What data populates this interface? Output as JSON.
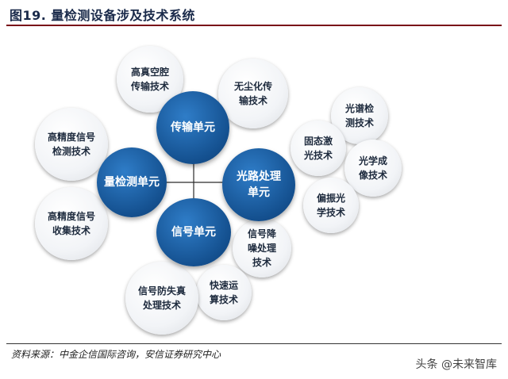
{
  "header": {
    "title": "图19. 量检测设备涉及技术系统"
  },
  "diagram": {
    "center": {
      "label": "量检测单元",
      "children": [
        "高精度信号\n检测技术",
        "高精度信号\n收集技术"
      ]
    },
    "units": [
      {
        "key": "transfer",
        "label": "传输单元",
        "children": [
          "高真空腔\n传输技术",
          "无尘化传\n输技术"
        ]
      },
      {
        "key": "optical",
        "label": "光路处理\n单元",
        "children": [
          "光谱检\n测技术",
          "固态激\n光技术",
          "光学成\n像技术",
          "偏振光\n学技术"
        ]
      },
      {
        "key": "signal",
        "label": "信号单元",
        "children": [
          "信号降\n噪处理\n技术",
          "快速运\n算技术",
          "信号防失真\n处理技术"
        ]
      }
    ]
  },
  "footer": {
    "source": "资料来源：中金企信国际咨询，安信证券研究中心",
    "watermark": "头条 @未来智库"
  }
}
